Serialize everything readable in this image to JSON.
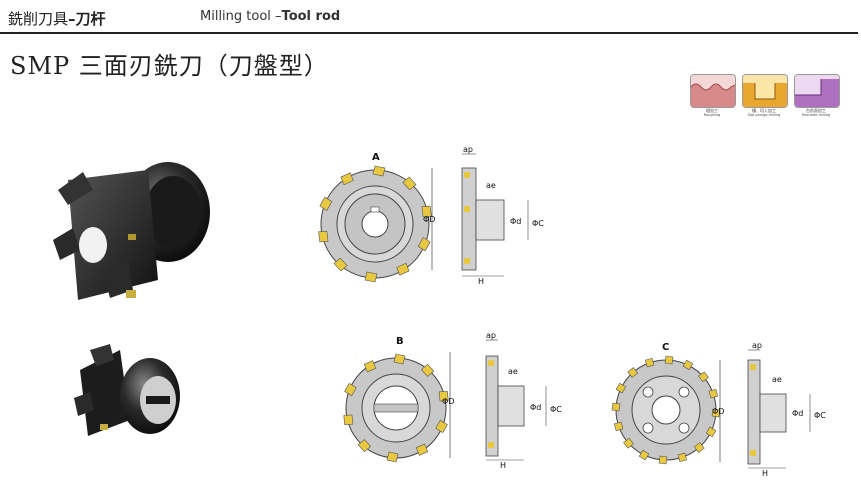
{
  "header": {
    "cn_prefix": "銑削刀具",
    "cn_dash": "–",
    "cn_bold": "刀杆",
    "en_prefix": "Milling tool –",
    "en_bold": "Tool rod"
  },
  "title": "SMP 三面刃銑刀（刀盤型）",
  "badges": [
    {
      "caption": "粗加工",
      "caption_en": "Roughing",
      "color": "#e0a8a8"
    },
    {
      "caption": "槽、切入加工",
      "caption_en": "Slot plunge milling",
      "color": "#f0c860"
    },
    {
      "caption": "台阶面加工",
      "caption_en": "Shoulder milling",
      "color": "#c8a0d0"
    }
  ],
  "diagrams": {
    "a": {
      "letter": "A",
      "phi_d_outer": "ΦD",
      "ap": "ap",
      "ae": "ae",
      "phi_d": "Φd",
      "phi_c": "ΦC",
      "h": "H"
    },
    "b": {
      "letter": "B",
      "phi_d_outer": "ΦD",
      "ap": "ap",
      "ae": "ae",
      "phi_d": "Φd",
      "phi_c": "ΦC",
      "h": "H"
    },
    "c": {
      "letter": "C",
      "phi_d_outer": "ΦD",
      "ap": "ap",
      "ae": "ae",
      "phi_d": "Φd",
      "phi_c": "ΦC",
      "h": "H"
    }
  }
}
